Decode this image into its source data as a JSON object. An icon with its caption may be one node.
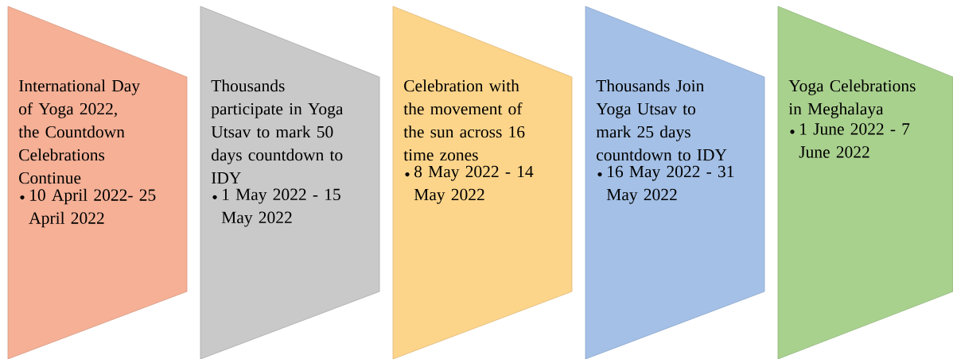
{
  "diagram": {
    "nodes": [
      {
        "text": [
          "International Day of Yoga 2022, the Countdown Celebrations Continue",
          "10 April 2022- 25 April 2022"
        ]
      },
      {
        "text": [
          "Thousands participate in Yoga Utsav to mark 50 days countdown to IDY",
          "1 May 2022 - 15 May 2022"
        ]
      },
      {
        "text": [
          "Celebration with the movement of the sun across 16 time zones",
          "8 May 2022 - 14 May 2022"
        ]
      },
      {
        "text": [
          "Thousands Join Yoga Utsav to mark 25 days countdown to IDY",
          "16 May 2022 - 31 May 2022"
        ]
      },
      {
        "text": [
          "Yoga Celebrations in Meghalaya",
          "1 June 2022 - 7 June 2022"
        ]
      }
    ]
  }
}
